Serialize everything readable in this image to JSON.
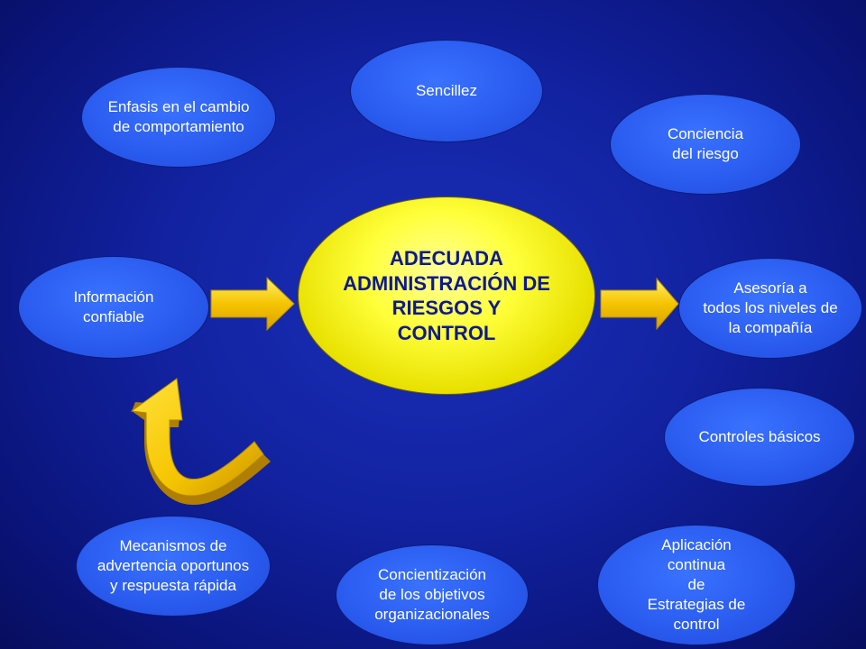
{
  "center": {
    "label": "ADECUADA\nADMINISTRACIÓN DE\nRIESGOS Y\nCONTROL"
  },
  "nodes": {
    "sencillez": "Sencillez",
    "enfasis": "Enfasis en el cambio\nde comportamiento",
    "conciencia": "Conciencia\ndel riesgo",
    "informacion": "Información\nconfiable",
    "asesoria": "Asesoría a\ntodos los niveles de\nla compañía",
    "controles": "Controles básicos",
    "mecanismos": "Mecanismos de\nadvertencia oportunos\ny respuesta rápida",
    "concientizacion": "Concientización\nde los objetivos\norganizacionales",
    "aplicacion": "Aplicación\ncontinua\nde\nEstrategias de\ncontrol"
  },
  "colors": {
    "background": "#1222a0",
    "node_fill": "#2a5cf0",
    "center_fill": "#ffff3a",
    "center_text": "#0d1a8c",
    "arrow_fill": "#f5c400"
  },
  "icons": {
    "left_arrow": "right-arrow-icon",
    "right_arrow": "right-arrow-icon",
    "curved_arrow": "curved-up-arrow-icon"
  }
}
